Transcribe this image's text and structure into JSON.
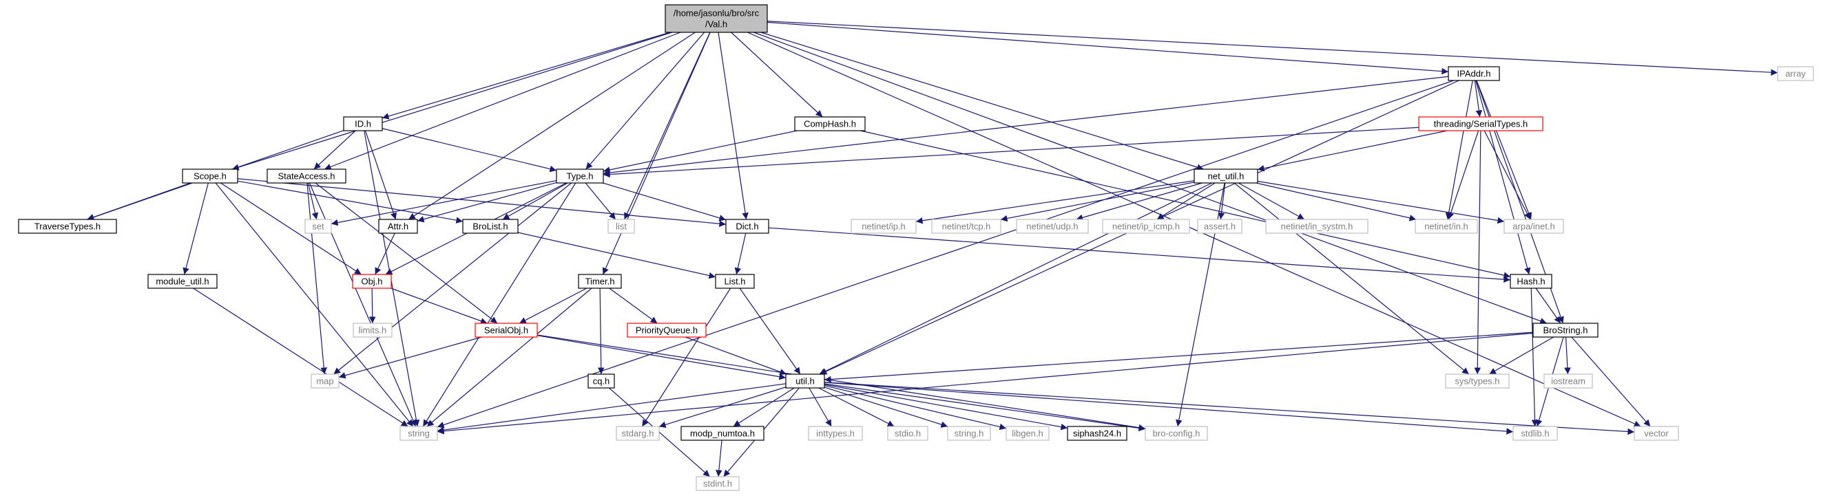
{
  "diagram": {
    "nodes": [
      {
        "id": "val",
        "lines": [
          "/home/jasonlu/bro/src",
          "/Val.h"
        ],
        "style": "root"
      },
      {
        "id": "array",
        "lines": [
          "array"
        ],
        "style": "system"
      },
      {
        "id": "ipaddr",
        "lines": [
          "IPAddr.h"
        ],
        "style": "normal"
      },
      {
        "id": "idh",
        "lines": [
          "ID.h"
        ],
        "style": "normal"
      },
      {
        "id": "comphash",
        "lines": [
          "CompHash.h"
        ],
        "style": "normal"
      },
      {
        "id": "serialtypes",
        "lines": [
          "threading/SerialTypes.h"
        ],
        "style": "truncated"
      },
      {
        "id": "scope",
        "lines": [
          "Scope.h"
        ],
        "style": "normal"
      },
      {
        "id": "stateaccess",
        "lines": [
          "StateAccess.h"
        ],
        "style": "normal"
      },
      {
        "id": "typeh",
        "lines": [
          "Type.h"
        ],
        "style": "normal"
      },
      {
        "id": "netutil",
        "lines": [
          "net_util.h"
        ],
        "style": "normal"
      },
      {
        "id": "traversetypes",
        "lines": [
          "TraverseTypes.h"
        ],
        "style": "normal"
      },
      {
        "id": "set",
        "lines": [
          "set"
        ],
        "style": "system"
      },
      {
        "id": "attr",
        "lines": [
          "Attr.h"
        ],
        "style": "normal"
      },
      {
        "id": "brolist",
        "lines": [
          "BroList.h"
        ],
        "style": "normal"
      },
      {
        "id": "list",
        "lines": [
          "list"
        ],
        "style": "system"
      },
      {
        "id": "dict",
        "lines": [
          "Dict.h"
        ],
        "style": "normal"
      },
      {
        "id": "netinet_ip",
        "lines": [
          "netinet/ip.h"
        ],
        "style": "system"
      },
      {
        "id": "netinet_tcp",
        "lines": [
          "netinet/tcp.h"
        ],
        "style": "system"
      },
      {
        "id": "netinet_udp",
        "lines": [
          "netinet/udp.h"
        ],
        "style": "system"
      },
      {
        "id": "netinet_icmp",
        "lines": [
          "netinet/ip_icmp.h"
        ],
        "style": "system"
      },
      {
        "id": "assert",
        "lines": [
          "assert.h"
        ],
        "style": "system"
      },
      {
        "id": "in_systm",
        "lines": [
          "netinet/in_systm.h"
        ],
        "style": "system"
      },
      {
        "id": "netinet_in",
        "lines": [
          "netinet/in.h"
        ],
        "style": "system"
      },
      {
        "id": "arpa_inet",
        "lines": [
          "arpa/inet.h"
        ],
        "style": "system"
      },
      {
        "id": "module_util",
        "lines": [
          "module_util.h"
        ],
        "style": "normal"
      },
      {
        "id": "obj",
        "lines": [
          "Obj.h"
        ],
        "style": "truncated"
      },
      {
        "id": "timer",
        "lines": [
          "Timer.h"
        ],
        "style": "normal"
      },
      {
        "id": "listh",
        "lines": [
          "List.h"
        ],
        "style": "normal"
      },
      {
        "id": "hash",
        "lines": [
          "Hash.h"
        ],
        "style": "normal"
      },
      {
        "id": "limits",
        "lines": [
          "limits.h"
        ],
        "style": "system"
      },
      {
        "id": "serialobj",
        "lines": [
          "SerialObj.h"
        ],
        "style": "truncated"
      },
      {
        "id": "pqueue",
        "lines": [
          "PriorityQueue.h"
        ],
        "style": "truncated"
      },
      {
        "id": "brostring",
        "lines": [
          "BroString.h"
        ],
        "style": "normal"
      },
      {
        "id": "map",
        "lines": [
          "map"
        ],
        "style": "system"
      },
      {
        "id": "cq",
        "lines": [
          "cq.h"
        ],
        "style": "normal"
      },
      {
        "id": "util",
        "lines": [
          "util.h"
        ],
        "style": "normal"
      },
      {
        "id": "systypes",
        "lines": [
          "sys/types.h"
        ],
        "style": "system"
      },
      {
        "id": "iostream",
        "lines": [
          "iostream"
        ],
        "style": "system"
      },
      {
        "id": "string",
        "lines": [
          "string"
        ],
        "style": "system"
      },
      {
        "id": "stdarg",
        "lines": [
          "stdarg.h"
        ],
        "style": "system"
      },
      {
        "id": "modp",
        "lines": [
          "modp_numtoa.h"
        ],
        "style": "normal"
      },
      {
        "id": "inttypes",
        "lines": [
          "inttypes.h"
        ],
        "style": "system"
      },
      {
        "id": "stdio",
        "lines": [
          "stdio.h"
        ],
        "style": "system"
      },
      {
        "id": "stringh",
        "lines": [
          "string.h"
        ],
        "style": "system"
      },
      {
        "id": "libgen",
        "lines": [
          "libgen.h"
        ],
        "style": "system"
      },
      {
        "id": "siphash",
        "lines": [
          "siphash24.h"
        ],
        "style": "normal"
      },
      {
        "id": "broconfig",
        "lines": [
          "bro-config.h"
        ],
        "style": "system"
      },
      {
        "id": "stdlib",
        "lines": [
          "stdlib.h"
        ],
        "style": "system"
      },
      {
        "id": "vector",
        "lines": [
          "vector"
        ],
        "style": "system"
      },
      {
        "id": "stdint",
        "lines": [
          "stdint.h"
        ],
        "style": "system"
      }
    ],
    "edges": [
      [
        "val",
        "array"
      ],
      [
        "val",
        "ipaddr"
      ],
      [
        "val",
        "idh"
      ],
      [
        "val",
        "comphash"
      ],
      [
        "val",
        "scope"
      ],
      [
        "val",
        "stateaccess"
      ],
      [
        "val",
        "typeh"
      ],
      [
        "val",
        "netutil"
      ],
      [
        "val",
        "attr"
      ],
      [
        "val",
        "list"
      ],
      [
        "val",
        "dict"
      ],
      [
        "val",
        "timer"
      ],
      [
        "val",
        "brostring"
      ],
      [
        "val",
        "vector"
      ],
      [
        "ipaddr",
        "serialtypes"
      ],
      [
        "ipaddr",
        "typeh"
      ],
      [
        "ipaddr",
        "netinet_in"
      ],
      [
        "ipaddr",
        "arpa_inet"
      ],
      [
        "ipaddr",
        "hash"
      ],
      [
        "ipaddr",
        "brostring"
      ],
      [
        "ipaddr",
        "util"
      ],
      [
        "ipaddr",
        "string"
      ],
      [
        "serialtypes",
        "typeh"
      ],
      [
        "serialtypes",
        "netutil"
      ],
      [
        "serialtypes",
        "netinet_in"
      ],
      [
        "serialtypes",
        "arpa_inet"
      ],
      [
        "serialtypes",
        "systypes"
      ],
      [
        "idh",
        "stateaccess"
      ],
      [
        "idh",
        "typeh"
      ],
      [
        "idh",
        "attr"
      ],
      [
        "idh",
        "traversetypes"
      ],
      [
        "idh",
        "string"
      ],
      [
        "comphash",
        "typeh"
      ],
      [
        "comphash",
        "hash"
      ],
      [
        "scope",
        "traversetypes"
      ],
      [
        "scope",
        "brolist"
      ],
      [
        "scope",
        "obj"
      ],
      [
        "scope",
        "module_util"
      ],
      [
        "scope",
        "string"
      ],
      [
        "scope",
        "dict"
      ],
      [
        "stateaccess",
        "set"
      ],
      [
        "stateaccess",
        "map"
      ],
      [
        "stateaccess",
        "serialobj"
      ],
      [
        "stateaccess",
        "string"
      ],
      [
        "typeh",
        "set"
      ],
      [
        "typeh",
        "attr"
      ],
      [
        "typeh",
        "brolist"
      ],
      [
        "typeh",
        "list"
      ],
      [
        "typeh",
        "dict"
      ],
      [
        "typeh",
        "obj"
      ],
      [
        "typeh",
        "map"
      ],
      [
        "typeh",
        "string"
      ],
      [
        "netutil",
        "netinet_ip"
      ],
      [
        "netutil",
        "netinet_tcp"
      ],
      [
        "netutil",
        "netinet_udp"
      ],
      [
        "netutil",
        "netinet_icmp"
      ],
      [
        "netutil",
        "assert"
      ],
      [
        "netutil",
        "in_systm"
      ],
      [
        "netutil",
        "netinet_in"
      ],
      [
        "netutil",
        "arpa_inet"
      ],
      [
        "netutil",
        "systypes"
      ],
      [
        "netutil",
        "util"
      ],
      [
        "netutil",
        "broconfig"
      ],
      [
        "attr",
        "obj"
      ],
      [
        "brolist",
        "listh"
      ],
      [
        "dict",
        "listh"
      ],
      [
        "dict",
        "hash"
      ],
      [
        "listh",
        "util"
      ],
      [
        "listh",
        "stdarg"
      ],
      [
        "obj",
        "limits"
      ],
      [
        "obj",
        "serialobj"
      ],
      [
        "timer",
        "serialobj"
      ],
      [
        "timer",
        "pqueue"
      ],
      [
        "timer",
        "cq"
      ],
      [
        "timer",
        "string"
      ],
      [
        "serialobj",
        "map"
      ],
      [
        "serialobj",
        "util"
      ],
      [
        "serialobj",
        "broconfig"
      ],
      [
        "pqueue",
        "util"
      ],
      [
        "hash",
        "brostring"
      ],
      [
        "hash",
        "stdlib"
      ],
      [
        "brostring",
        "systypes"
      ],
      [
        "brostring",
        "iostream"
      ],
      [
        "brostring",
        "vector"
      ],
      [
        "brostring",
        "stdlib"
      ],
      [
        "brostring",
        "util"
      ],
      [
        "brostring",
        "string"
      ],
      [
        "module_util",
        "string"
      ],
      [
        "cq",
        "stdint"
      ],
      [
        "util",
        "string"
      ],
      [
        "util",
        "stdarg"
      ],
      [
        "util",
        "modp"
      ],
      [
        "util",
        "inttypes"
      ],
      [
        "util",
        "stdio"
      ],
      [
        "util",
        "stringh"
      ],
      [
        "util",
        "libgen"
      ],
      [
        "util",
        "siphash"
      ],
      [
        "util",
        "broconfig"
      ],
      [
        "util",
        "stdlib"
      ],
      [
        "util",
        "vector"
      ],
      [
        "util",
        "stdint"
      ],
      [
        "modp",
        "stdint"
      ]
    ],
    "colors": {
      "edge": "#191970",
      "normal_border": "#000000",
      "system_border": "#bfbfbf",
      "system_text": "#808080",
      "truncated_border": "#ff0000",
      "root_fill": "#bfbfbf"
    }
  }
}
